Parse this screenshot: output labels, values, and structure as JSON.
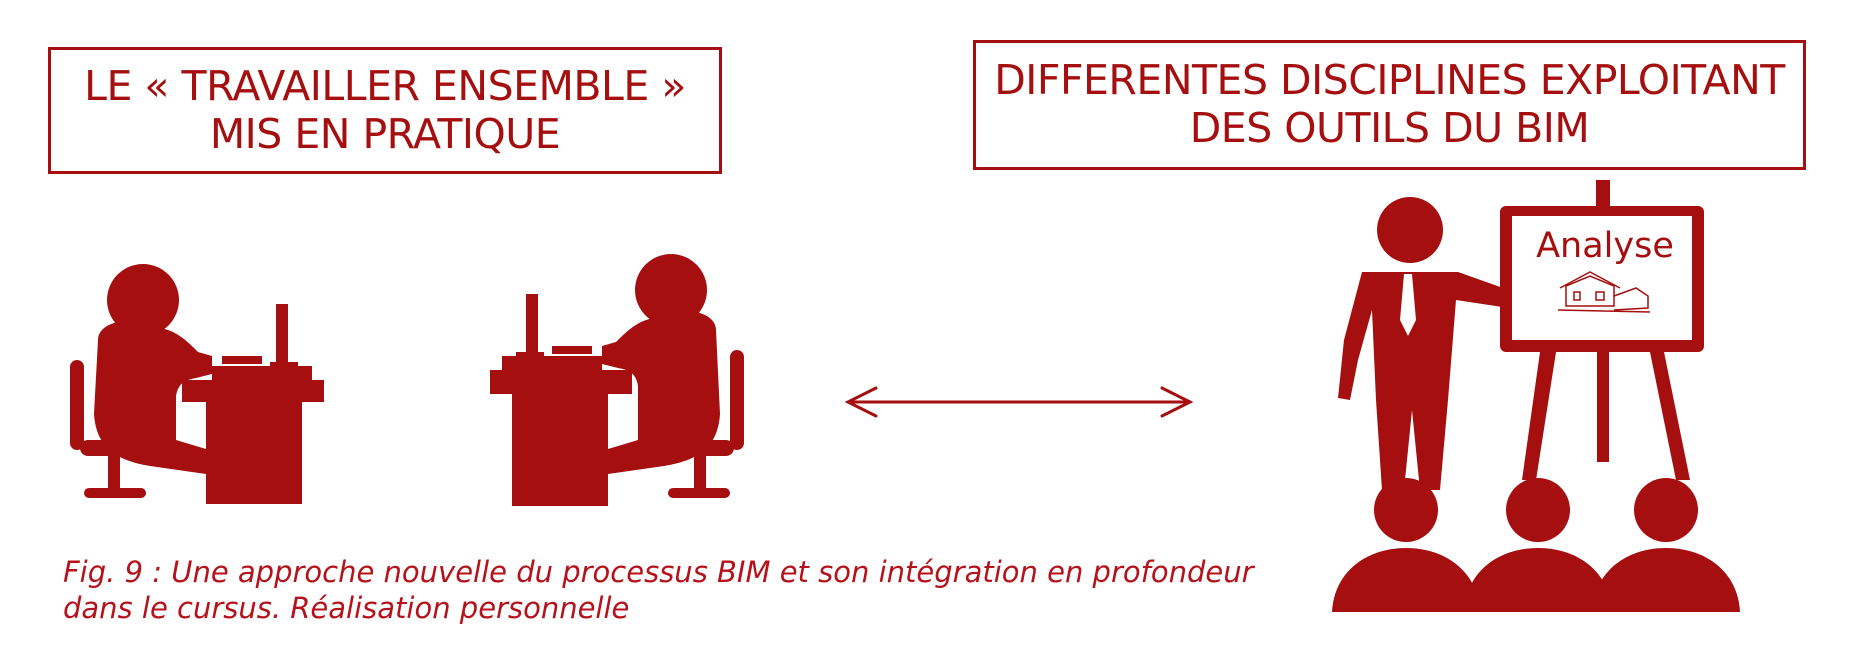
{
  "colors": {
    "accent": "#a50f0f",
    "caption": "#b5121b",
    "background": "#ffffff"
  },
  "left_box": {
    "line1": "LE « TRAVAILLER ENSEMBLE »",
    "line2": "MIS EN PRATIQUE"
  },
  "right_box": {
    "line1": "DIFFERENTES DISCIPLINES EXPLOITANT",
    "line2": "DES OUTILS DU BIM"
  },
  "board": {
    "label": "Analyse"
  },
  "caption": {
    "line1": "Fig. 9 : Une approche nouvelle du processus BIM et son intégration en profondeur",
    "line2": "dans le cursus. Réalisation personnelle"
  },
  "icons": [
    "person-at-desk-left-icon",
    "person-at-desk-right-icon",
    "double-arrow-icon",
    "presenter-icon",
    "easel-board-icon",
    "house-sketch-icon",
    "audience-icon"
  ]
}
